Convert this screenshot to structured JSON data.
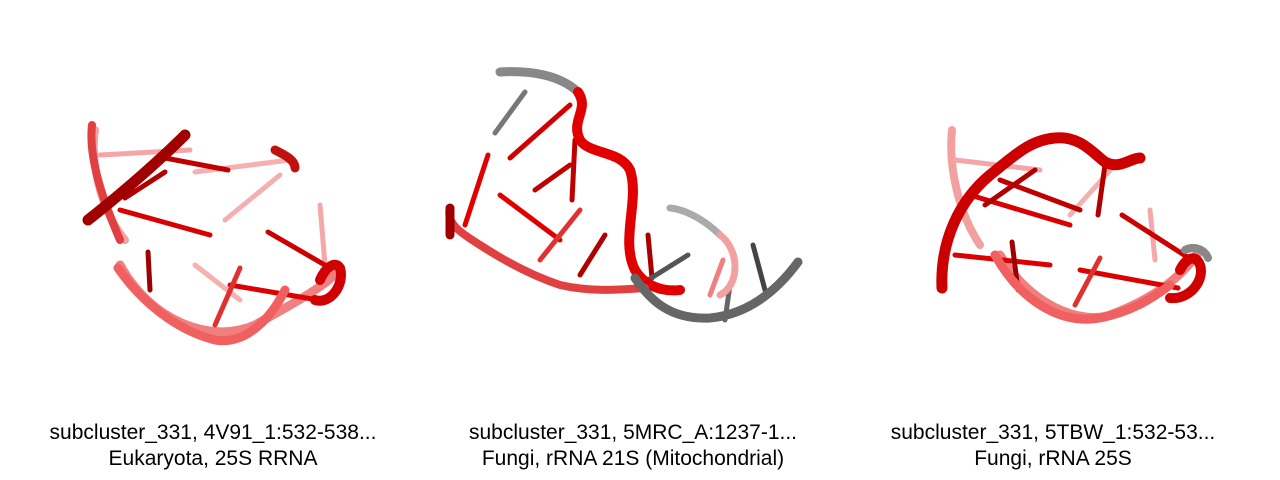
{
  "panels": [
    {
      "caption_line1": "subcluster_331, 4V91_1:532-538...",
      "caption_line2": "Eukaryota, 25S RRNA"
    },
    {
      "caption_line1": "subcluster_331, 5MRC_A:1237-1...",
      "caption_line2": "Fungi, rRNA 21S (Mitochondrial)"
    },
    {
      "caption_line1": "subcluster_331, 5TBW_1:532-53...",
      "caption_line2": "Fungi, rRNA 25S"
    }
  ],
  "colors": {
    "backbone_red": "#e00000",
    "backbone_light_red": "#f06060",
    "backbone_dark_red": "#a00000",
    "backbone_gray": "#777777",
    "background": "#ffffff"
  }
}
